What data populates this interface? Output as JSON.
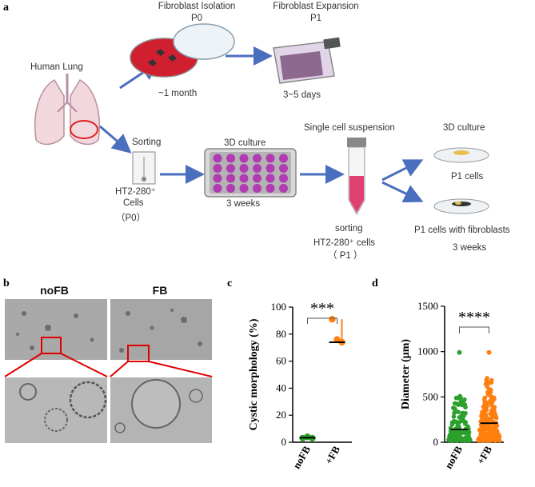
{
  "panel_a": {
    "letter": "a",
    "fibroblast_isolation": "Fibroblast Isolation",
    "p0_top": "P0",
    "fibroblast_expansion": "Fibroblast Expansion",
    "p1_top": "P1",
    "human_lung": "Human  Lung",
    "one_month": "~1 month",
    "three_five_days": "3~5 days",
    "sorting": "Sorting",
    "three_d_culture": "3D culture",
    "single_cell": "Single cell suspension",
    "three_d_culture_right": "3D culture",
    "ht2": "HT2-280⁺",
    "cells": "Cells",
    "p0_bottom": "（P0）",
    "three_weeks": "3 weeks",
    "sorting_bottom": "sorting",
    "ht2_cells": "HT2-280⁺ cells",
    "p1_bottom": "（ P1 ）",
    "p1_cells": "P1 cells",
    "p1_fibro": "P1 cells with fibroblasts",
    "three_weeks_right": "3 weeks"
  },
  "panel_b": {
    "letter": "b",
    "nofb": "noFB",
    "fb": "FB"
  },
  "panel_c": {
    "letter": "c",
    "chart_data": {
      "type": "scatter",
      "ylabel": "Cystic morphology (%)",
      "ylim": [
        0,
        100
      ],
      "yticks": [
        "0",
        "20",
        "40",
        "60",
        "80",
        "100"
      ],
      "categories": [
        "noFB",
        "+FB"
      ],
      "series": [
        {
          "category": "noFB",
          "points": [
            3,
            4,
            3
          ],
          "mean": 3.3,
          "color": "#2ca02c"
        },
        {
          "category": "+FB",
          "points": [
            91,
            76,
            74
          ],
          "mean": 74,
          "color": "#ff7f0e"
        }
      ],
      "significance": "***"
    }
  },
  "panel_d": {
    "letter": "d",
    "chart_data": {
      "type": "scatter",
      "ylabel": "Diameter (μm)",
      "ylim": [
        0,
        1500
      ],
      "yticks": [
        "0",
        "500",
        "1000",
        "1500"
      ],
      "categories": [
        "noFB",
        "+FB"
      ],
      "series": [
        {
          "category": "noFB",
          "max": 990,
          "median": 140,
          "color": "#2ca02c"
        },
        {
          "category": "+FB",
          "max": 990,
          "median": 210,
          "color": "#ff7f0e"
        }
      ],
      "significance": "****"
    }
  }
}
